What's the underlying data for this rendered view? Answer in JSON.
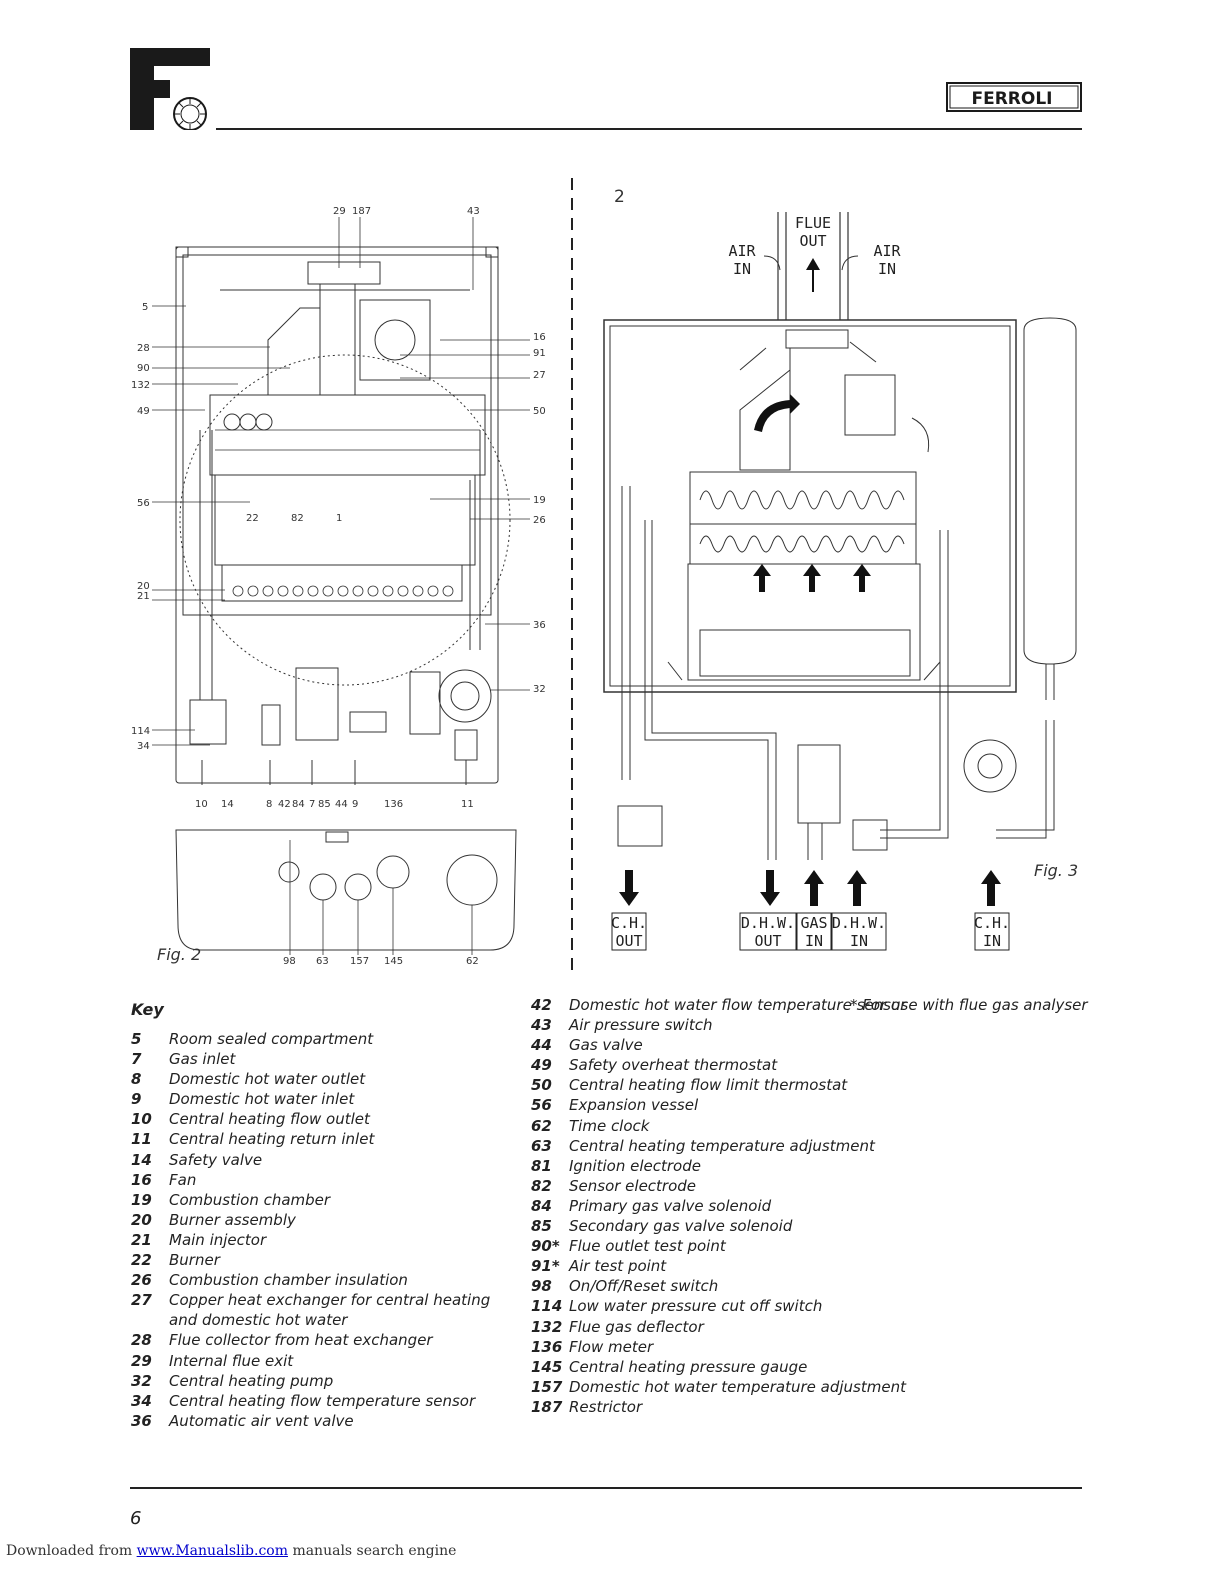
{
  "brand": {
    "name": "FERROLI"
  },
  "fig2": {
    "caption": "Fig. 2",
    "callouts": [
      {
        "id": "29",
        "text": "29"
      },
      {
        "id": "187",
        "text": "187"
      },
      {
        "id": "43",
        "text": "43"
      },
      {
        "id": "5",
        "text": "5"
      },
      {
        "id": "28",
        "text": "28"
      },
      {
        "id": "90",
        "text": "90"
      },
      {
        "id": "132",
        "text": "132"
      },
      {
        "id": "49",
        "text": "49"
      },
      {
        "id": "16",
        "text": "16"
      },
      {
        "id": "91",
        "text": "91"
      },
      {
        "id": "27",
        "text": "27"
      },
      {
        "id": "50",
        "text": "50"
      },
      {
        "id": "56",
        "text": "56"
      },
      {
        "id": "19",
        "text": "19"
      },
      {
        "id": "26",
        "text": "26"
      },
      {
        "id": "22",
        "text": "22"
      },
      {
        "id": "82",
        "text": "82"
      },
      {
        "id": "1",
        "text": "1"
      },
      {
        "id": "20",
        "text": "20"
      },
      {
        "id": "21",
        "text": "21"
      },
      {
        "id": "36",
        "text": "36"
      },
      {
        "id": "32",
        "text": "32"
      },
      {
        "id": "114",
        "text": "114"
      },
      {
        "id": "34",
        "text": "34"
      },
      {
        "id": "10",
        "text": "10"
      },
      {
        "id": "14",
        "text": "14"
      },
      {
        "id": "8",
        "text": "8"
      },
      {
        "id": "42",
        "text": "42"
      },
      {
        "id": "84",
        "text": "84"
      },
      {
        "id": "7",
        "text": "7"
      },
      {
        "id": "85",
        "text": "85"
      },
      {
        "id": "44",
        "text": "44"
      },
      {
        "id": "9",
        "text": "9"
      },
      {
        "id": "136",
        "text": "136"
      },
      {
        "id": "11",
        "text": "11"
      },
      {
        "id": "98",
        "text": "98"
      },
      {
        "id": "63",
        "text": "63"
      },
      {
        "id": "157",
        "text": "157"
      },
      {
        "id": "145",
        "text": "145"
      },
      {
        "id": "62",
        "text": "62"
      }
    ]
  },
  "fig3": {
    "caption": "Fig. 3",
    "number": "2",
    "air_in_left": [
      "AIR",
      "IN"
    ],
    "flue_out": [
      "FLUE",
      "OUT"
    ],
    "air_in_right": [
      "AIR",
      "IN"
    ],
    "bottom_labels": [
      {
        "line1": "C.H.",
        "line2": "OUT"
      },
      {
        "line1": "D.H.W.",
        "line2": "OUT"
      },
      {
        "line1": "GAS",
        "line2": "IN"
      },
      {
        "line1": "D.H.W.",
        "line2": "IN"
      },
      {
        "line1": "C.H.",
        "line2": "IN"
      }
    ]
  },
  "key": {
    "heading": "Key",
    "footnote": "* For use with flue gas analyser",
    "column1": [
      {
        "num": "5",
        "label": "Room sealed compartment"
      },
      {
        "num": "7",
        "label": "Gas inlet"
      },
      {
        "num": "8",
        "label": "Domestic hot water outlet"
      },
      {
        "num": "9",
        "label": "Domestic hot water inlet"
      },
      {
        "num": "10",
        "label": "Central heating flow outlet"
      },
      {
        "num": "11",
        "label": "Central heating return inlet"
      },
      {
        "num": "14",
        "label": "Safety valve"
      },
      {
        "num": "16",
        "label": "Fan"
      },
      {
        "num": "19",
        "label": "Combustion chamber"
      },
      {
        "num": "20",
        "label": "Burner assembly"
      },
      {
        "num": "21",
        "label": "Main injector"
      },
      {
        "num": "22",
        "label": "Burner"
      },
      {
        "num": "26",
        "label": "Combustion chamber insulation"
      },
      {
        "num": "27",
        "label": "Copper heat exchanger for central heating and domestic hot water"
      },
      {
        "num": "28",
        "label": "Flue collector from heat exchanger"
      },
      {
        "num": "29",
        "label": "Internal flue exit"
      },
      {
        "num": "32",
        "label": "Central heating pump"
      },
      {
        "num": "34",
        "label": "Central heating flow temperature sensor"
      },
      {
        "num": "36",
        "label": "Automatic air vent valve"
      }
    ],
    "column2": [
      {
        "num": "42",
        "label": "Domestic hot water flow temperature sensor"
      },
      {
        "num": "43",
        "label": "Air pressure switch"
      },
      {
        "num": "44",
        "label": "Gas valve"
      },
      {
        "num": "49",
        "label": "Safety overheat thermostat"
      },
      {
        "num": "50",
        "label": "Central heating flow limit thermostat"
      },
      {
        "num": "56",
        "label": "Expansion vessel"
      },
      {
        "num": "62",
        "label": "Time clock"
      },
      {
        "num": "63",
        "label": "Central heating temperature adjustment"
      },
      {
        "num": "81",
        "label": "Ignition electrode"
      },
      {
        "num": "82",
        "label": "Sensor electrode"
      },
      {
        "num": "84",
        "label": "Primary gas valve solenoid"
      },
      {
        "num": "85",
        "label": "Secondary gas valve solenoid"
      },
      {
        "num": "90*",
        "label": "Flue outlet test point"
      },
      {
        "num": "91*",
        "label": "Air test point"
      },
      {
        "num": "98",
        "label": "On/Off/Reset switch"
      },
      {
        "num": "114",
        "label": "Low water pressure cut off switch"
      },
      {
        "num": "132",
        "label": "Flue gas deflector"
      },
      {
        "num": "136",
        "label": "Flow meter"
      },
      {
        "num": "145",
        "label": "Central heating pressure gauge"
      },
      {
        "num": "157",
        "label": "Domestic hot water temperature adjustment"
      },
      {
        "num": "187",
        "label": "Restrictor"
      }
    ]
  },
  "footer": {
    "page_number": "6",
    "download_prefix": "Downloaded from",
    "download_link": "www.Manualslib.com",
    "download_suffix": "manuals search engine"
  }
}
